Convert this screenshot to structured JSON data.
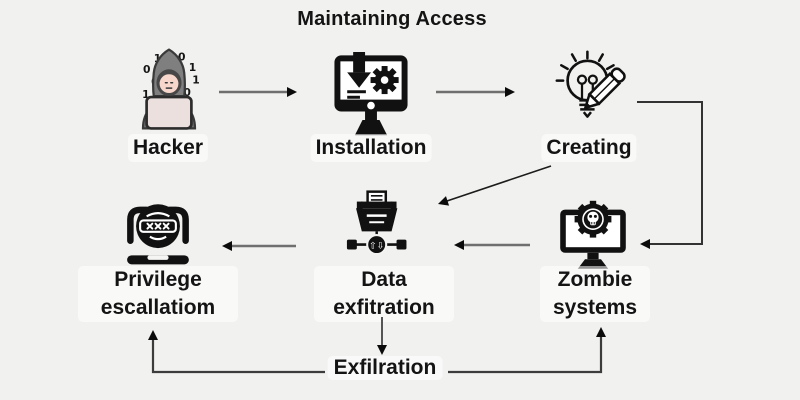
{
  "title": "Maintaining Access",
  "nodes": {
    "hacker": {
      "label": "Hacker",
      "icon": "hooded-hacker-laptop-binary-icon"
    },
    "installation": {
      "label": "Installation",
      "icon": "monitor-download-gear-icon"
    },
    "creating": {
      "label": "Creating",
      "icon": "lightbulb-pencil-icon"
    },
    "zombie": {
      "label": "Zombie systems",
      "icon": "monitor-gear-skull-icon"
    },
    "data_exfiltration": {
      "label": "Data exfitration",
      "icon": "document-tray-network-icon"
    },
    "privilege_escalation": {
      "label": "Privilege escallatiom",
      "icon": "laptop-password-xxx-icon"
    }
  },
  "footer": {
    "label": "Exfilration"
  },
  "edges": [
    {
      "from": "Hacker",
      "to": "Installation"
    },
    {
      "from": "Installation",
      "to": "Creating"
    },
    {
      "from": "Creating",
      "to": "Zombie systems"
    },
    {
      "from": "Creating",
      "to": "Data exfitration"
    },
    {
      "from": "Zombie systems",
      "to": "Data exfitration"
    },
    {
      "from": "Data exfitration",
      "to": "Privilege escallatiom"
    },
    {
      "from": "Data exfitration",
      "to": "Exfilration"
    },
    {
      "from": "Exfilration",
      "to": "Privilege escallatiom"
    },
    {
      "from": "Exfilration",
      "to": "Zombie systems"
    }
  ],
  "colors": {
    "background": "#f1f1ef",
    "text": "#141414",
    "icon_black": "#111111",
    "line_gray": "#6f6f6f",
    "line_dark": "#3c3c3c",
    "arrowhead": "#0b0b0b",
    "hood_gray": "#7f7f7f",
    "body_gray": "#747474",
    "face_pink": "#f7d7cb",
    "laptop_pink": "#ece0de"
  }
}
